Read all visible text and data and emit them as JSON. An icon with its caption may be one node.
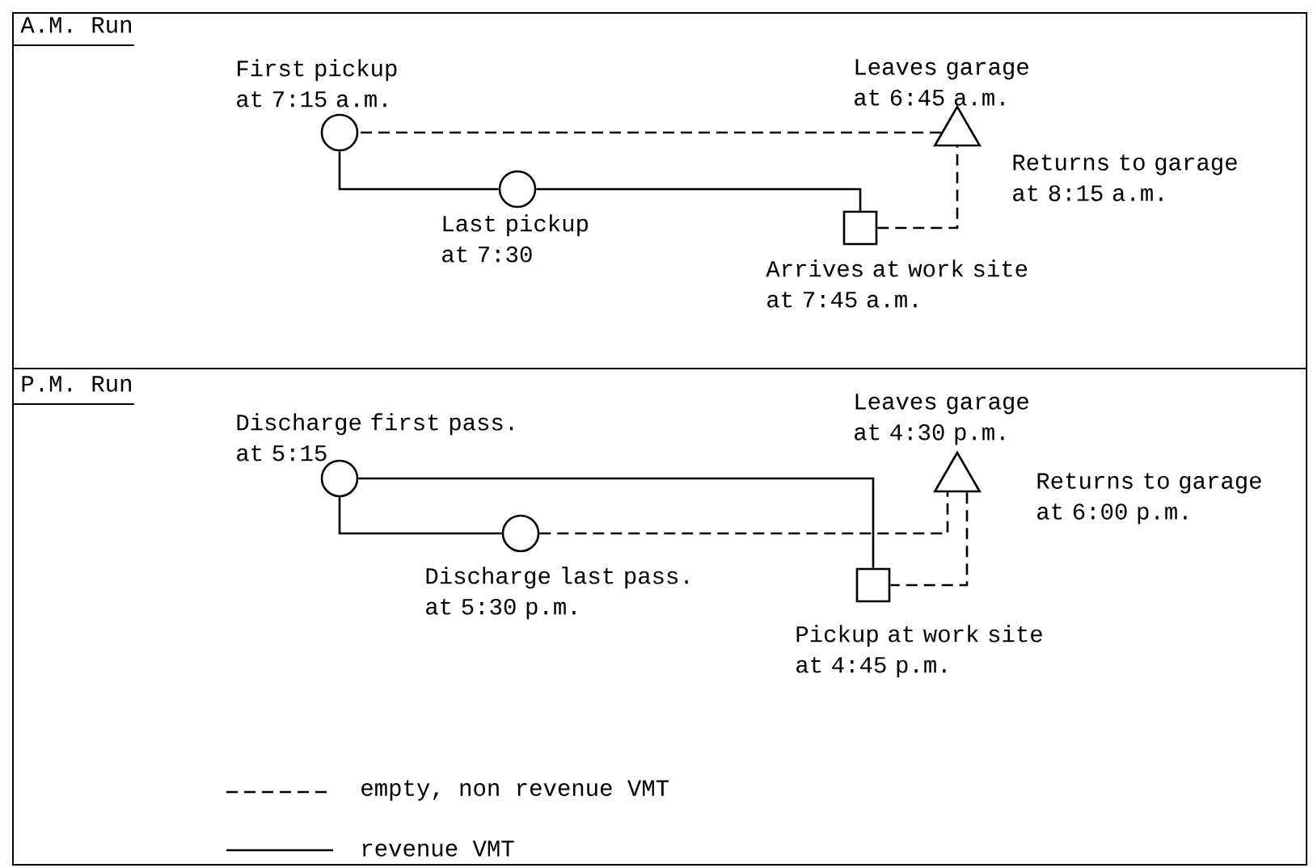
{
  "diagram": {
    "nodes": [
      {
        "text": [],
        "shape": "circle",
        "beside": [
          "First pickup at 7:15 a.m."
        ]
      },
      {
        "text": [],
        "shape": "triangle",
        "beside": [
          "Leaves garage at 6:45 a.m.",
          "Returns to garage at 8:15 a.m."
        ]
      },
      {
        "text": [],
        "shape": "circle",
        "beside": [
          "Last pickup at 7:30"
        ]
      },
      {
        "text": [],
        "shape": "box",
        "beside": [
          "Arrives at work site at 7:45 a.m."
        ]
      },
      {
        "text": [],
        "shape": "circle",
        "beside": [
          "Discharge first pass. at 5:15"
        ]
      },
      {
        "text": [],
        "shape": "triangle",
        "beside": [
          "Leaves garage at 4:30 p.m.",
          "Returns to garage at 6:00 p.m."
        ]
      },
      {
        "text": [],
        "shape": "circle",
        "beside": [
          "Discharge last pass. at 5:30 p.m."
        ]
      },
      {
        "text": [],
        "shape": "box",
        "beside": [
          "Pickup at work site at 4:45 p.m."
        ]
      }
    ],
    "edges": [
      {
        "from": 1,
        "to": 0,
        "arrow": "none",
        "style": "dashed"
      },
      {
        "from": 0,
        "to": 2,
        "arrow": "none"
      },
      {
        "from": 2,
        "to": 3,
        "arrow": "none"
      },
      {
        "from": 3,
        "to": 1,
        "arrow": "none",
        "style": "dashed"
      },
      {
        "from": 5,
        "to": 7,
        "arrow": "none",
        "style": "dashed"
      },
      {
        "from": 7,
        "to": 4,
        "arrow": "none"
      },
      {
        "from": 4,
        "to": 6,
        "arrow": "none"
      },
      {
        "from": 6,
        "to": 5,
        "arrow": "none",
        "style": "dashed"
      }
    ],
    "labels": [
      "A.M. Run",
      "P.M. Run"
    ],
    "legend": [
      {
        "text": "empty, non revenue VMT"
      },
      {
        "text": "revenue VMT"
      }
    ]
  }
}
